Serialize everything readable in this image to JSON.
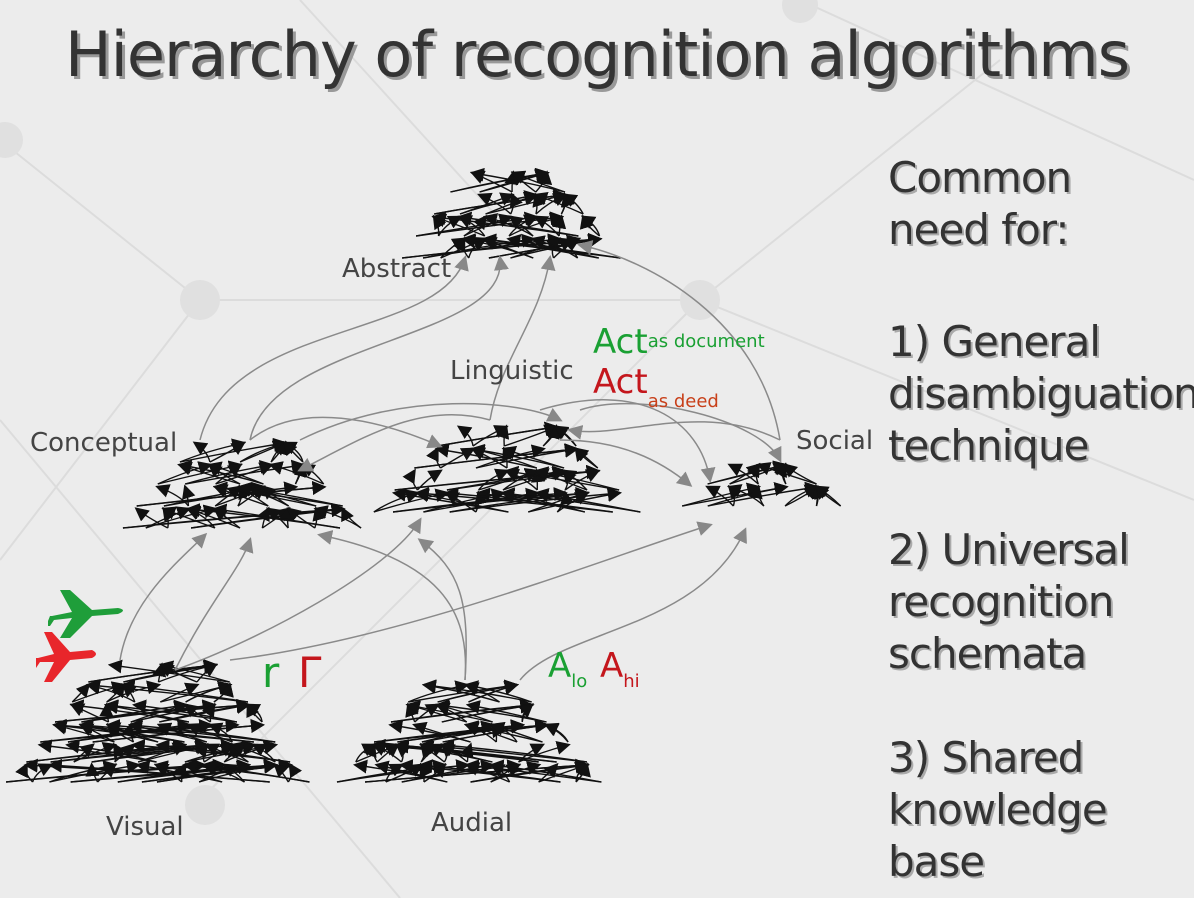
{
  "title": "Hierarchy of recognition algorithms",
  "nodes": {
    "abstract": "Abstract",
    "linguistic": "Linguistic",
    "conceptual": "Conceptual",
    "social": "Social",
    "visual": "Visual",
    "audial": "Audial"
  },
  "annotations": {
    "act1": "Act",
    "act1_sub": "as document",
    "act2": "Act",
    "act2_sub": "as deed",
    "letter_r1": "r",
    "letter_r2": "Г",
    "a_lo": "A",
    "a_lo_sub": "lo",
    "a_hi": "A",
    "a_hi_sub": "hi"
  },
  "sidebar": {
    "heading_line1": "Common",
    "heading_line2": "need for:",
    "item1_line1": "1) General",
    "item1_line2": "disambiguation",
    "item1_line3": "technique",
    "item2_line1": "2) Universal",
    "item2_line2": "recognition",
    "item2_line3": "schemata",
    "item3_line1": "3) Shared",
    "item3_line2": "knowledge",
    "item3_line3": "base"
  },
  "colors": {
    "green": "#1aa033",
    "red": "#c4161c",
    "plane_green": "#1f9e3a",
    "plane_red": "#e8262b"
  },
  "icons": [
    "airplane-icon"
  ]
}
